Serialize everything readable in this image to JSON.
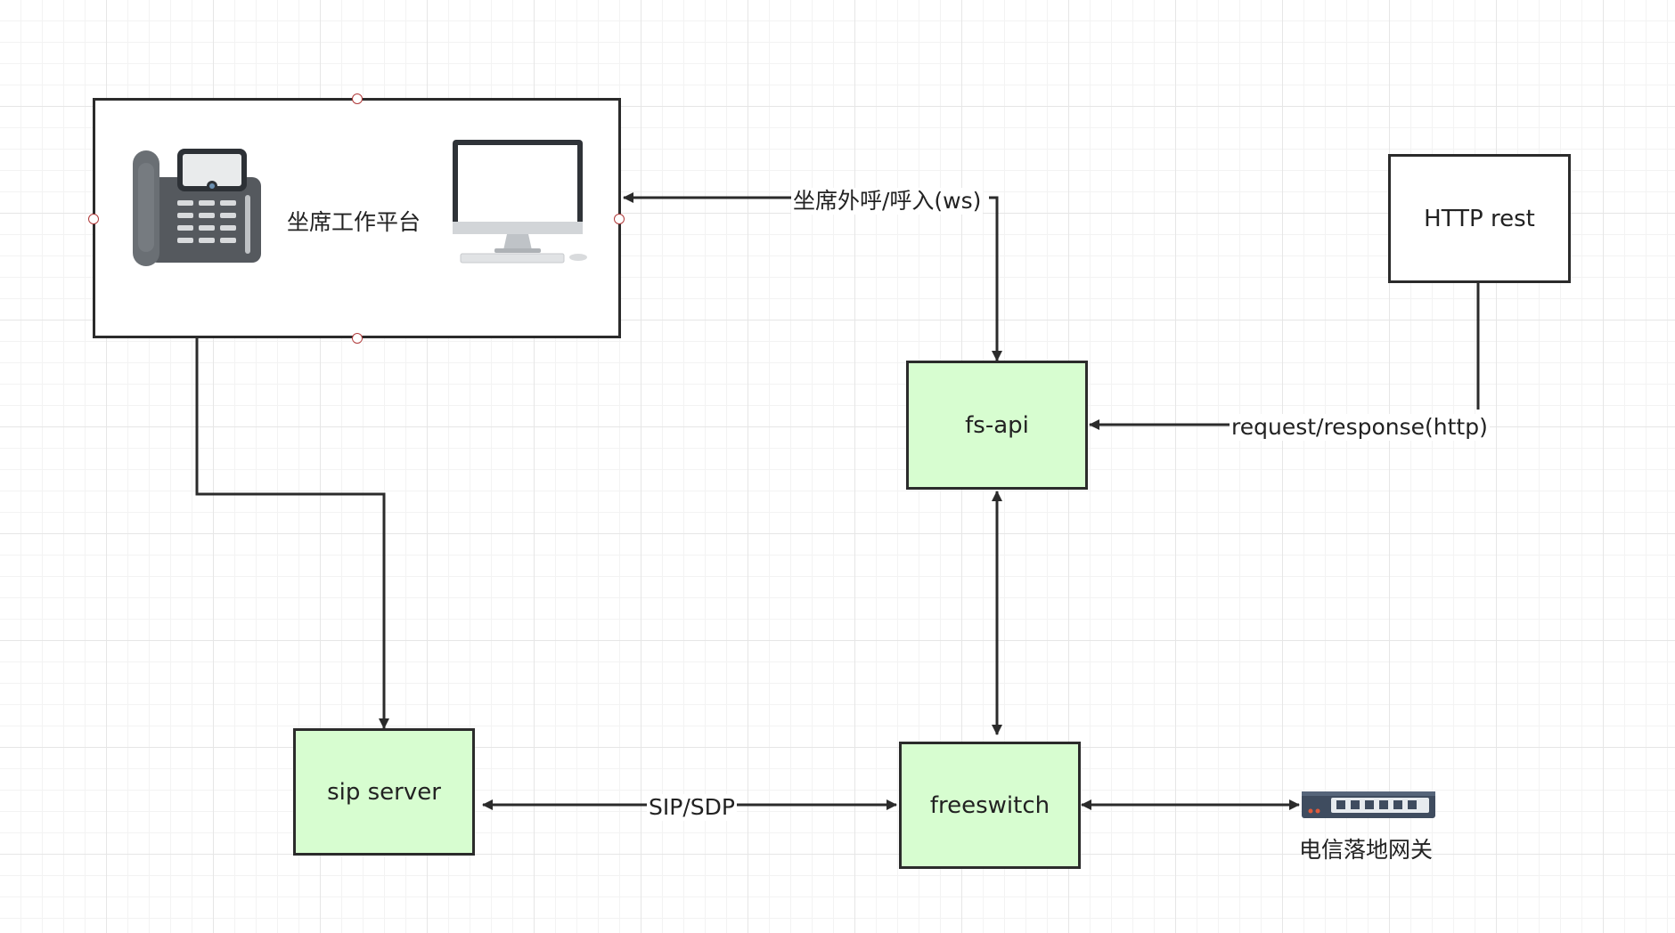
{
  "nodes": {
    "agent_workstation": "坐席工作平台",
    "http_rest": "HTTP rest",
    "fs_api": "fs-api",
    "sip_server": "sip server",
    "freeswitch": "freeswitch",
    "telecom_gateway": "电信落地网关"
  },
  "edges": {
    "ws": "坐席外呼/呼入(ws)",
    "http": "request/response(http)",
    "sip_sdp": "SIP/SDP"
  },
  "icons": [
    "desk-phone-icon",
    "desktop-computer-icon",
    "network-switch-icon"
  ],
  "colors": {
    "node_fill": "#d7fdd0",
    "stroke": "#2b2b2b",
    "handle": "#b03a3a"
  }
}
